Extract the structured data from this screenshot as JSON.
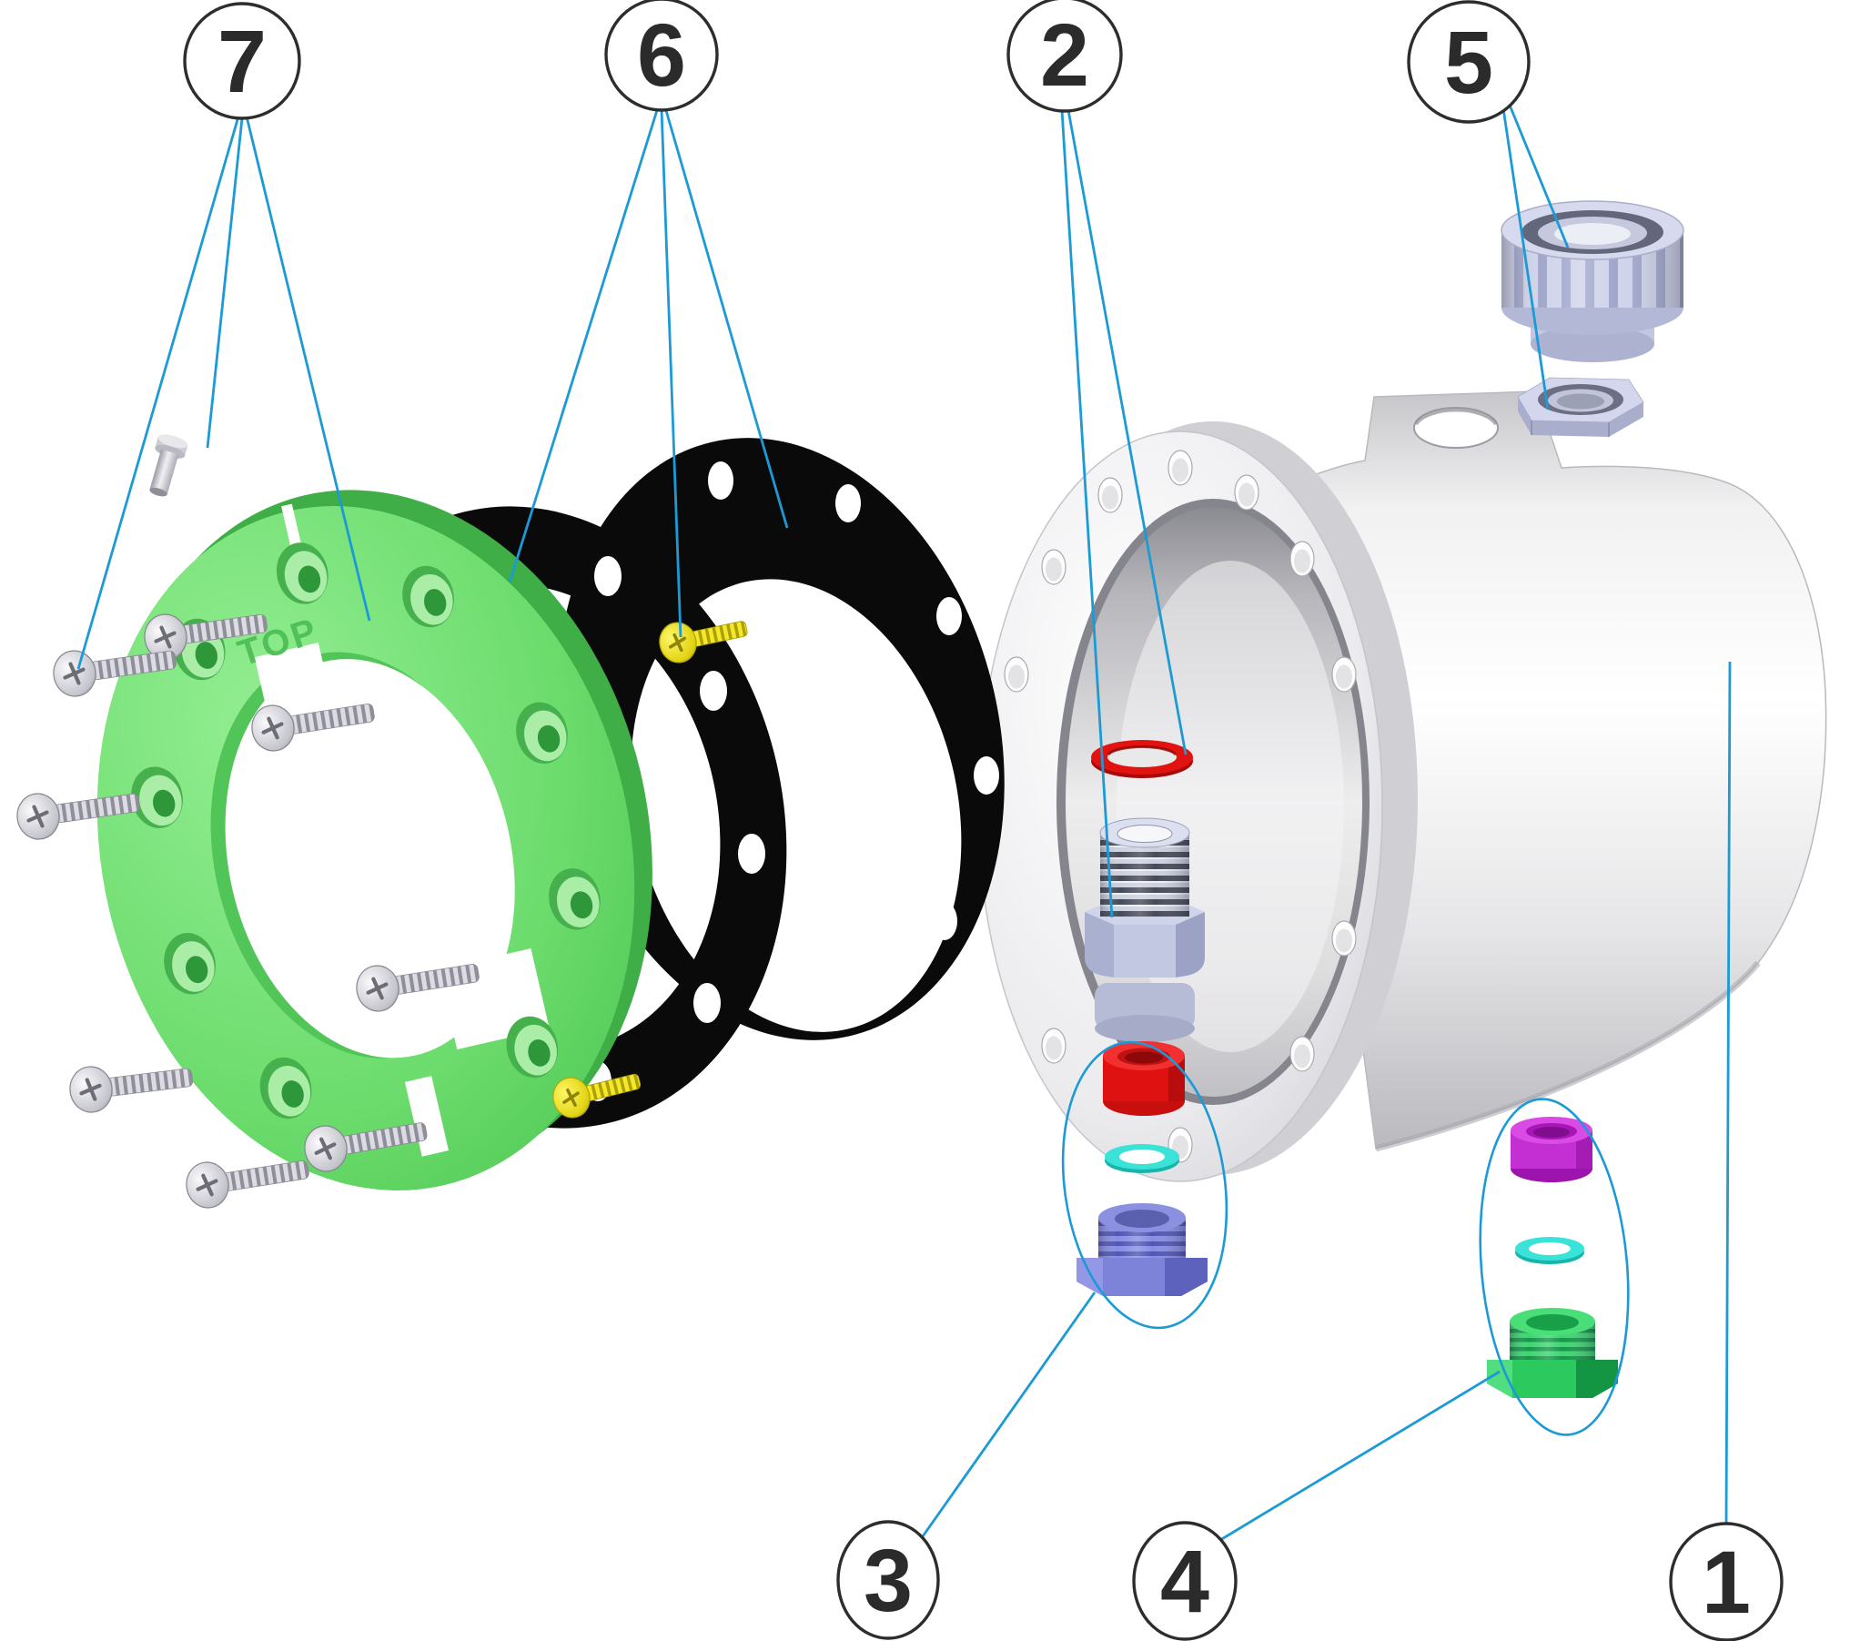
{
  "diagram": {
    "kind": "exploded-parts-diagram",
    "description": "Exploded view of a pool niche housing assembly with numbered part callouts"
  },
  "callouts": [
    {
      "number": "7",
      "part": "fixing-screws-and-pin"
    },
    {
      "number": "6",
      "part": "gaskets-and-yellow-screws"
    },
    {
      "number": "2",
      "part": "inner-fitting-with-red-oring"
    },
    {
      "number": "5",
      "part": "union-nut-and-lock-nut"
    },
    {
      "number": "3",
      "part": "red-bushing-oring-purple-plug-set"
    },
    {
      "number": "4",
      "part": "magenta-bushing-oring-green-plug-set"
    },
    {
      "number": "1",
      "part": "niche-housing-body"
    }
  ],
  "flange": {
    "embossed_text": "TOP"
  },
  "colors": {
    "leader_blue": "#1b9ad6",
    "callout_ink": "#2b2b2b",
    "flange_green": "#74e274",
    "flange_green_dark": "#3fae47",
    "gasket_black": "#0a0a0a",
    "oring_red": "#e01310",
    "oring_cyan": "#3be2d8",
    "screw_silver": "#d8d8dd",
    "screw_yellow": "#f2e51d",
    "fitting_lavender": "#c2c7e2",
    "plug_purple": "#7e83da",
    "bushing_red": "#e01111",
    "bushing_magenta": "#c32fd2",
    "plug_green": "#2bc95e",
    "housing_white": "#f5f5f6"
  }
}
